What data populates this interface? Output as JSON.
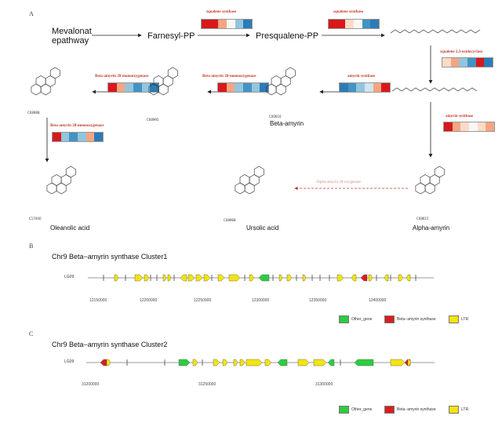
{
  "panels": {
    "a": "A",
    "b": "B",
    "c": "C"
  },
  "pathway": {
    "mevalonate": "Mevalonat\nepathway",
    "farnesyl": "Farnesyl-PP",
    "presqualene": "Presqualene-PP",
    "beta_amyrin": "Beta-amyrin",
    "alpha_amyrin": "Alpha-amyrin",
    "ursolic": "Ursolic acid",
    "oleanolic": "Oleanolic acid"
  },
  "compounds": {
    "c1": "C00616",
    "c2": "C08995",
    "c3": "C08988",
    "c4": "C17440",
    "c5": "C08988",
    "c6": "C08615"
  },
  "enzymes": {
    "squalene_1": "squalene synthase",
    "squalene_2": "squalene synthase",
    "epoxidase": "squalene 2,3-oxidocyclase",
    "beta_synthase": "amyrin synthase",
    "alpha_synthase": "amyrin synthase",
    "mono_1": "Beta-amyrin 28-monooxygenase",
    "mono_2": "Beta-amyrin 28-monooxygenase",
    "mono_3": "Beta-amyrin 28-monooxygenase",
    "alpha_oxy": "Alpha-amyrin 28-oxygenase"
  },
  "clusters": [
    {
      "title": "Chr9 Beta−amyrin synthase Cluster1",
      "chrom": "LG09",
      "ticks": [
        "12150000",
        "12200000",
        "12250000",
        "12300000",
        "12350000",
        "12400000"
      ],
      "legend": [
        "Other_gene",
        "Beta−amyrin synthase",
        "LTR"
      ]
    },
    {
      "title": "Chr9 Beta−amyrin synthase Cluster2",
      "chrom": "LG09",
      "ticks": [
        "31200000",
        "31250000",
        "31300000"
      ],
      "legend": [
        "Other_gene",
        "Beta−amyrin synthase",
        "LTR"
      ]
    }
  ],
  "colors": {
    "other_gene": "#2ecc40",
    "beta_synthase": "#d81e1e",
    "ltr": "#f2e410",
    "heat_high": "#d7191c",
    "heat_low": "#2c7bb6"
  }
}
